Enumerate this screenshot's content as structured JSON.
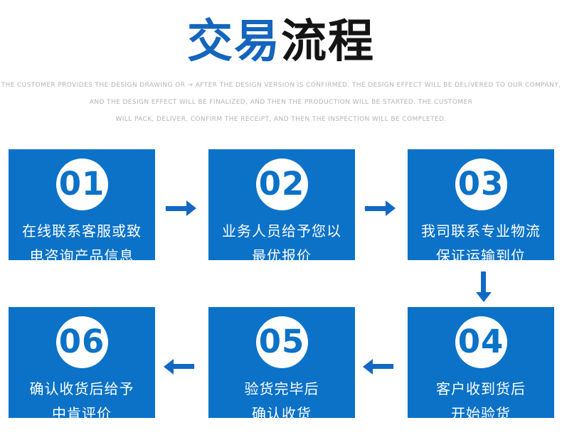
{
  "page": {
    "title": {
      "part_blue": "交易",
      "part_black": "流程"
    },
    "subtitle_lines": [
      "THE CUSTOMER PROVIDES THE DESIGN DRAWING OR → AFTER THE DESIGN VERSION IS CONFIRMED, THE DESIGN EFFECT WILL BE DELIVERED TO OUR COMPANY,",
      "AND THE DESIGN EFFECT WILL BE FINALIZED, AND THEN THE PRODUCTION WILL BE STARTED. THE CUSTOMER",
      "WILL PACK, DELIVER, CONFIRM THE RECEIPT, AND THEN THE INSPECTION WILL BE COMPLETED."
    ]
  },
  "steps": [
    {
      "number": "01",
      "line1": "在线联系客服或致",
      "line2": "电咨询产品信息"
    },
    {
      "number": "02",
      "line1": "业务人员给予您以",
      "line2": "最优报价"
    },
    {
      "number": "03",
      "line1": "我司联系专业物流",
      "line2": "保证运输到位"
    },
    {
      "number": "04",
      "line1": "客户收到货后",
      "line2": "开始验货"
    },
    {
      "number": "05",
      "line1": "验货完毕后",
      "line2": "确认收货"
    },
    {
      "number": "06",
      "line1": "确认收货后给予",
      "line2": "中肯评价"
    }
  ],
  "colors": {
    "box_blue": "#0b72c8",
    "title_blue": "#1365bd",
    "title_black": "#141414",
    "subtitle_gray": "#b4b4b4",
    "arrow_blue": "#1268c4",
    "circle_white": "#ffffff"
  }
}
